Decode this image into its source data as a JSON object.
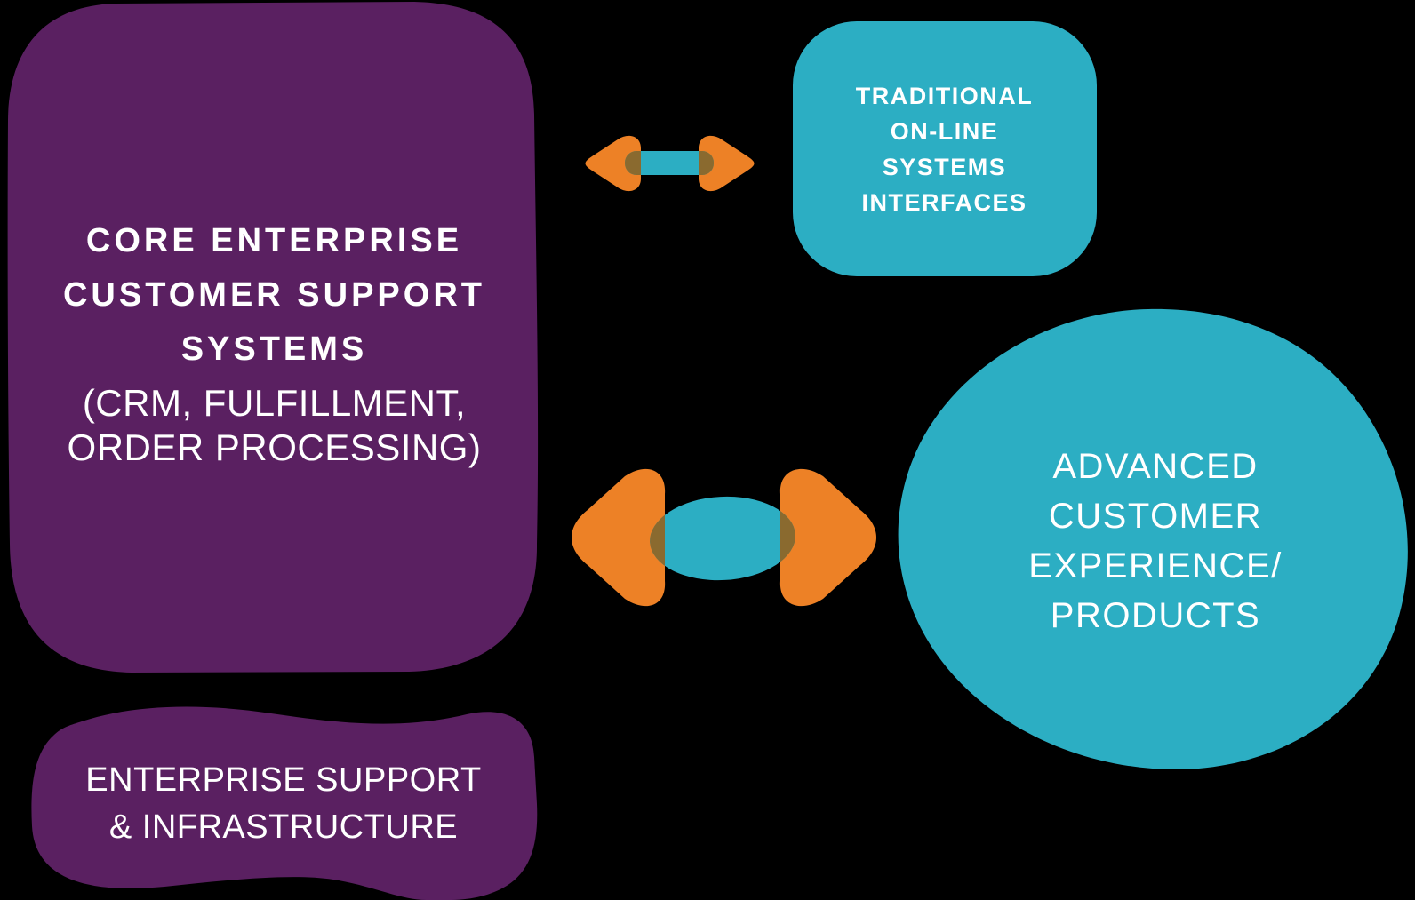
{
  "diagram": {
    "background": "#000000",
    "colors": {
      "purple": "#5A2061",
      "teal": "#2CAEC3",
      "orange": "#ED8126",
      "overlap": "#8A6A2F",
      "text": "#FFFFFF"
    },
    "nodes": {
      "core_systems": {
        "title_lines": [
          "CORE ENTERPRISE",
          "CUSTOMER SUPPORT",
          "SYSTEMS"
        ],
        "subtitle_lines": [
          "(CRM, FULFILLMENT,",
          "ORDER PROCESSING)"
        ]
      },
      "enterprise_support": {
        "lines": [
          "ENTERPRISE SUPPORT",
          "& INFRASTRUCTURE"
        ]
      },
      "traditional_online": {
        "lines": [
          "TRADITIONAL",
          "ON-LINE",
          "SYSTEMS",
          "INTERFACES"
        ]
      },
      "advanced_customer": {
        "lines": [
          "ADVANCED",
          "CUSTOMER",
          "EXPERIENCE/",
          "PRODUCTS"
        ]
      }
    }
  }
}
